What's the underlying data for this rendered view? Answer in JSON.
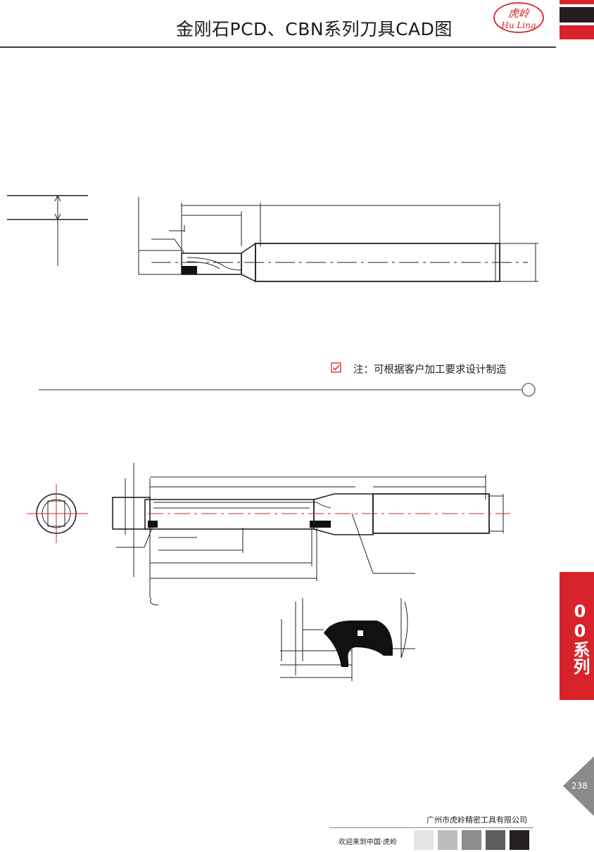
{
  "header": {
    "title": "金刚石PCD、CBN系列刀具CAD图",
    "logo_text_cn": "虎岭",
    "logo_text_en": "Hu Ling"
  },
  "note": {
    "text": "注：可根据客户加工要求设计制造"
  },
  "series_tab": {
    "label": "00系列"
  },
  "page": {
    "number": "238"
  },
  "footer": {
    "company": "广州市虎岭精密工具有限公司",
    "welcome": "欢迎来到中国·虎岭"
  },
  "colors": {
    "brand_red": "#d9232a",
    "dark": "#231f20",
    "line": "#3a3a3a"
  }
}
